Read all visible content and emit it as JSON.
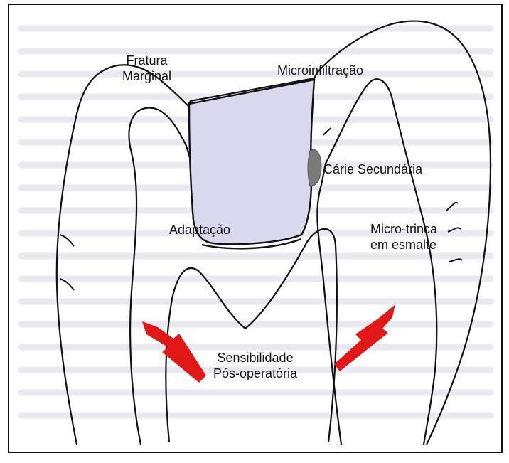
{
  "labels": {
    "fratura_line1": "Fratura",
    "fratura_line2": "Marginal",
    "microinfiltracao": "Microinfiltração",
    "carie_secundaria": "Cárie Secundária",
    "adaptacao": "Adaptação",
    "microtrinca_line1": "Micro-trinca",
    "microtrinca_line2": "em esmalte",
    "sensibilidade_line1": "Sensibilidade",
    "sensibilidade_line2": "Pós-operatória"
  },
  "colors": {
    "outline": "#111111",
    "restoration_fill": "#d9d8ee",
    "caries_fill": "#7a7a7a",
    "arrow_fill": "#e01818",
    "background_text": "#dfe1ea"
  }
}
